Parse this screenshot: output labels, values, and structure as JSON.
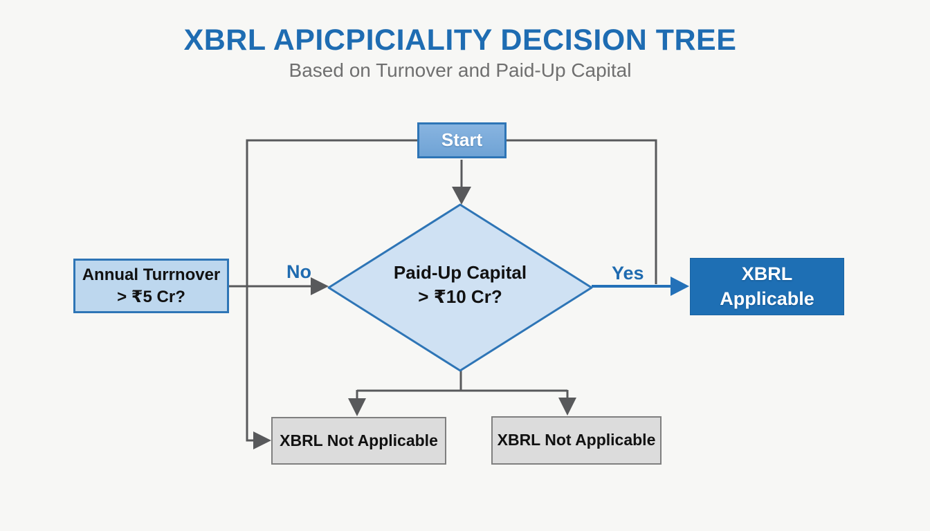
{
  "header": {
    "title": "XBRL APICPICIALITY DECISION TREE",
    "subtitle": "Based on Turnover and Paid-Up Capital"
  },
  "nodes": {
    "start": {
      "label": "Start"
    },
    "decision": {
      "line1": "Paid-Up Capital",
      "line2": "> ₹10 Cr?"
    },
    "annual_turnover": {
      "line1": "Annual Turrnover",
      "line2": "> ₹5 Cr?"
    },
    "xbrl_applicable": {
      "line1": "XBRL",
      "line2": "Applicable"
    },
    "xbrl_not_applicable_left": {
      "label": "XBRL Not Applicable"
    },
    "xbrl_not_applicable_right": {
      "label": "XBRL Not Applicable"
    }
  },
  "edges": {
    "no_label": "No",
    "yes_label": "Yes"
  },
  "colors": {
    "background": "#f7f7f5",
    "title_blue": "#1e6cb2",
    "subtitle_gray": "#6f6f6f",
    "node_border_blue": "#2e75b6",
    "start_fill": "#7aabd9",
    "decision_fill": "#cfe1f3",
    "turnover_fill": "#bdd7ee",
    "applicable_fill": "#1e6fb4",
    "neutral_fill": "#dcdcdc",
    "neutral_border": "#7f7f7f",
    "connector_gray": "#58595b",
    "yes_arrow_blue": "#2471b8",
    "edge_label_blue": "#1f6bb0"
  }
}
